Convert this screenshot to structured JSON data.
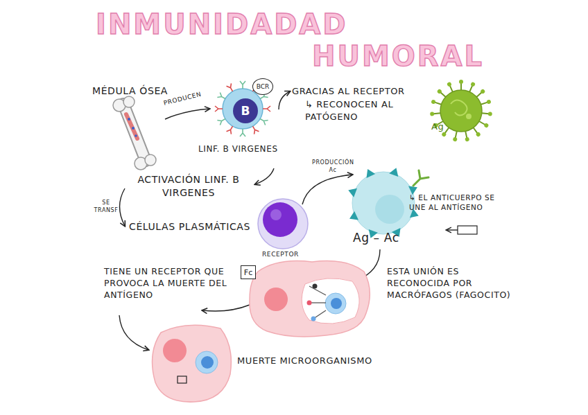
{
  "diagram": {
    "title": "INMUNIDADAD HUMORAL",
    "nodes": [
      {
        "text": [
          "B"
        ]
      },
      {
        "text": [
          "BCR"
        ]
      },
      {
        "text": [
          "Fc"
        ]
      }
    ],
    "labels": [
      "MÉDULA ÓSEA",
      "PRODUCEN",
      "GRACIAS AL RECEPTOR",
      "↳ RECONOCEN AL PATÓGENO",
      "Ag",
      "LINF. B VIRGENES",
      "ACTIVACIÓN LINF. B VIRGENES",
      "PRODUCCIÓN Ac",
      "↳ EL ANTICUERPO SE UNE AL ANTÍGENO",
      "SE TRANSF",
      "CÉLULAS PLASMÁTICAS",
      "Ag – Ac",
      "RECEPTOR",
      "TIENE UN RECEPTOR QUE PROVOCA LA MUERTE DEL ANTÍGENO",
      "ESTA UNIÓN ES RECONOCIDA POR MACRÓFAGOS (FAGOCITO)",
      "MUERTE MICROORGANISMO"
    ]
  }
}
